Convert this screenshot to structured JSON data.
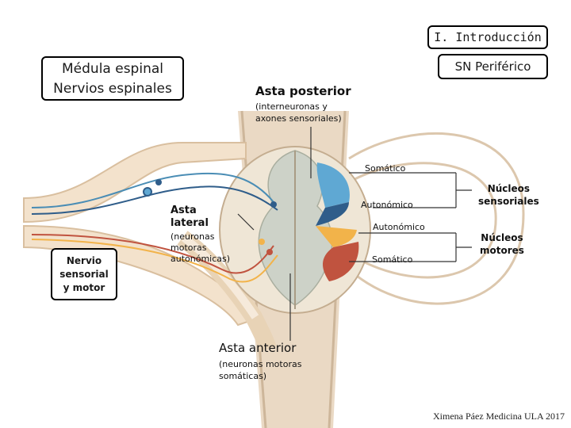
{
  "header": {
    "title": "I. Introducción",
    "sn_label": "SN Periférico"
  },
  "boxes": {
    "medula_line1": "Médula espinal",
    "medula_line2": "Nervios espinales",
    "nervio_line1": "Nervio",
    "nervio_line2": "sensorial",
    "nervio_line3": "y motor"
  },
  "labels": {
    "asta_posterior": "Asta posterior",
    "asta_posterior_desc1": "(interneuronas y",
    "asta_posterior_desc2": "axones sensoriales)",
    "asta_lateral1": "Asta",
    "asta_lateral2": "lateral",
    "asta_lateral_desc1": "(neuronas",
    "asta_lateral_desc2": "motoras",
    "asta_lateral_desc3": "autonómicas)",
    "asta_anterior": "Asta anterior",
    "asta_anterior_desc1": "(neuronas motoras",
    "asta_anterior_desc2": "somáticas)",
    "somatico_top": "Somático",
    "autonomico_1": "Autonómico",
    "autonomico_2": "Autonómico",
    "somatico_bottom": "Somático",
    "nucleos_sensoriales1": "Núcleos",
    "nucleos_sensoriales2": "sensoriales",
    "nucleos_motores1": "Núcleos",
    "nucleos_motores2": "motores"
  },
  "credit": "Ximena Páez Medicina ULA 2017",
  "colors": {
    "somatic_sensory": "#5fa8d3",
    "autonomic_sensory": "#2f5d8a",
    "autonomic_motor": "#f2b34a",
    "somatic_motor": "#c0533f",
    "gray_matter": "#cdd2c8",
    "white_matter": "#efe6d6",
    "nerve": "#f3e2cc"
  }
}
